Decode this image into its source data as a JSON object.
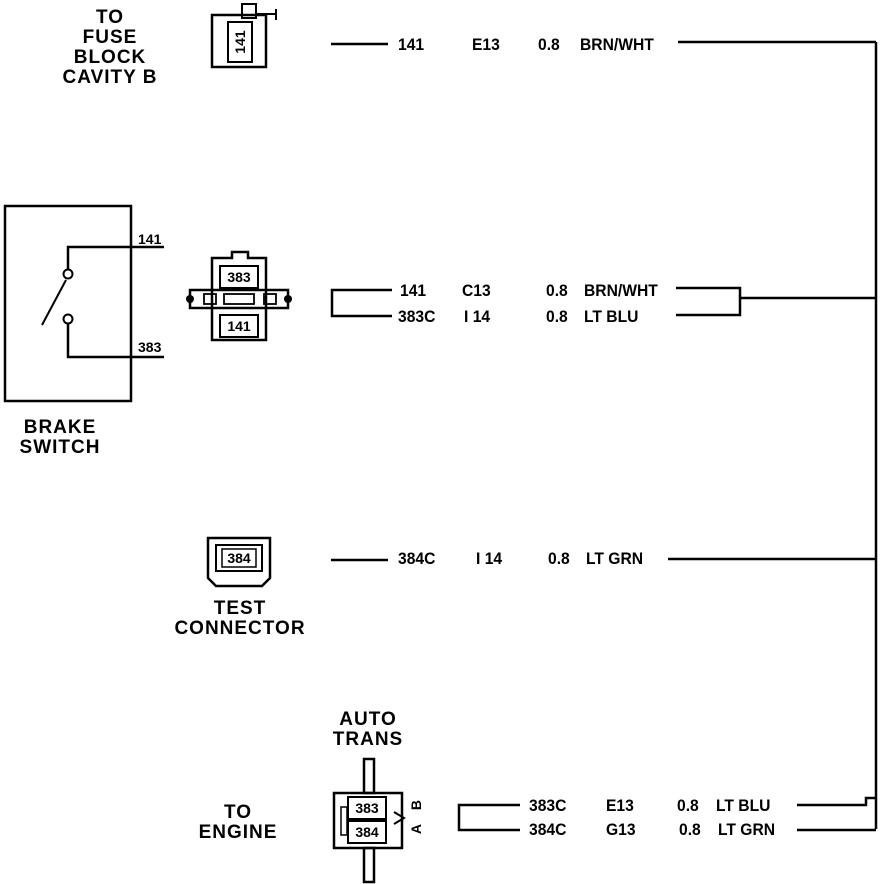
{
  "components": {
    "fuse_block": {
      "label_lines": [
        "TO",
        "FUSE",
        "BLOCK",
        "CAVITY B"
      ],
      "cavity": "141"
    },
    "brake_switch": {
      "label_lines": [
        "BRAKE",
        "SWITCH"
      ],
      "pin_top": "141",
      "pin_bottom": "383"
    },
    "brake_connector": {
      "cavity_top": "383",
      "cavity_bottom": "141"
    },
    "test_connector": {
      "label_lines": [
        "TEST",
        "CONNECTOR"
      ],
      "cavity": "384"
    },
    "auto_trans": {
      "label_lines": [
        "AUTO",
        "TRANS"
      ],
      "cavity_a": "383",
      "cavity_b": "384",
      "letter_a": "A",
      "letter_b": "B"
    },
    "engine": {
      "label_lines": [
        "TO",
        "ENGINE"
      ]
    }
  },
  "wires": [
    {
      "circuit": "141",
      "location": "E13",
      "gauge": "0.8",
      "color": "BRN/WHT"
    },
    {
      "circuit": "141",
      "location": "C13",
      "gauge": "0.8",
      "color": "BRN/WHT"
    },
    {
      "circuit": "383C",
      "location": "I 14",
      "gauge": "0.8",
      "color": "LT BLU"
    },
    {
      "circuit": "384C",
      "location": "I 14",
      "gauge": "0.8",
      "color": "LT GRN"
    },
    {
      "circuit": "383C",
      "location": "E13",
      "gauge": "0.8",
      "color": "LT BLU"
    },
    {
      "circuit": "384C",
      "location": "G13",
      "gauge": "0.8",
      "color": "LT GRN"
    }
  ]
}
